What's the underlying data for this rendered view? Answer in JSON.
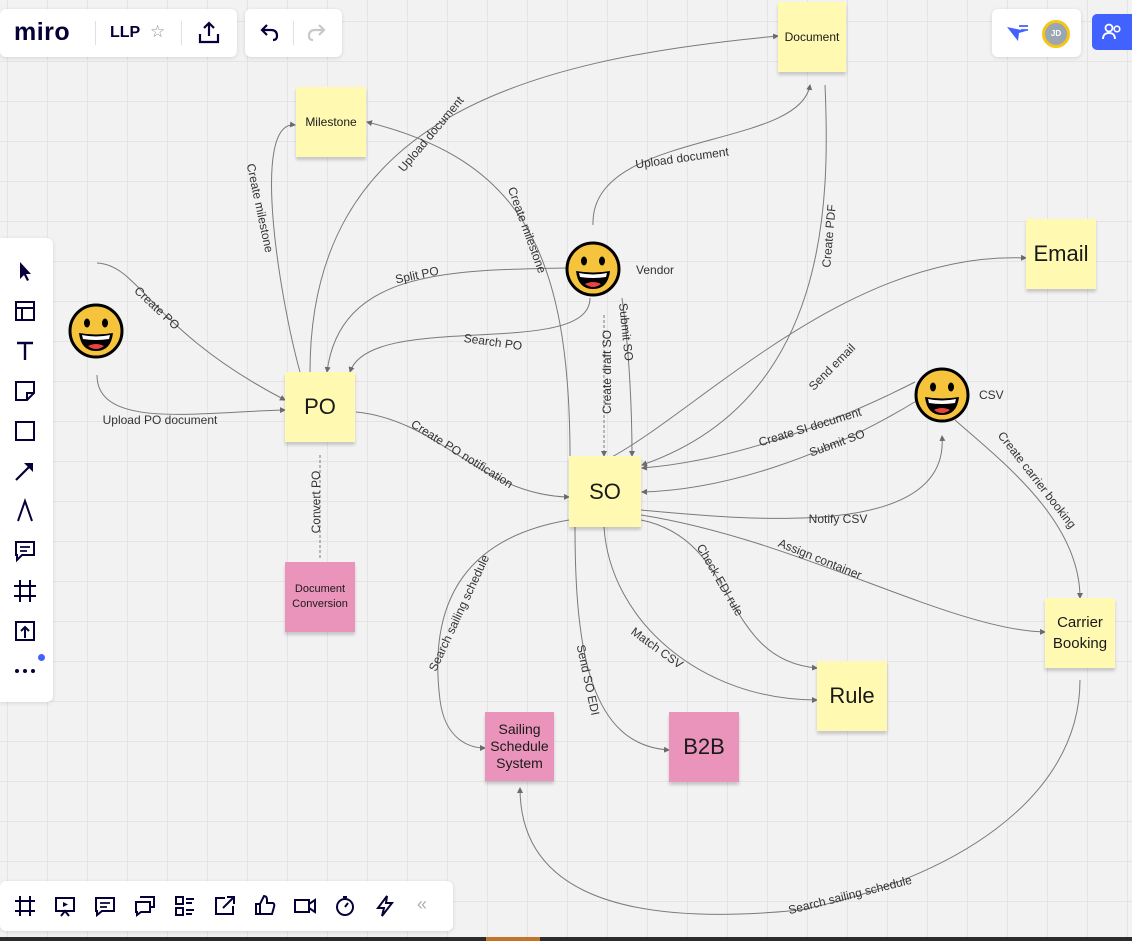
{
  "app": {
    "logo": "miro",
    "board_name": "LLP"
  },
  "toolbar_left": {
    "tools": [
      "select-cursor-icon",
      "templates-icon",
      "text-icon",
      "sticky-note-icon",
      "shape-icon",
      "connection-line-icon",
      "pen-icon",
      "comment-icon",
      "frame-icon",
      "upload-icon",
      "more-icon"
    ]
  },
  "toolbar_bottom": {
    "tools": [
      "frames-icon",
      "presentation-icon",
      "comments-icon",
      "chat-icon",
      "card-list-icon",
      "screen-share-icon",
      "voting-icon",
      "video-call-icon",
      "timer-icon",
      "activity-icon"
    ],
    "collapse_label": "«"
  },
  "collaborator": {
    "initials": "JD"
  },
  "stickies": {
    "document": "Document",
    "milestone": "Milestone",
    "po": "PO",
    "so": "SO",
    "email": "Email",
    "doc_conversion": "Document Conversion",
    "sailing_schedule": "Sailing Schedule System",
    "b2b": "B2B",
    "rule": "Rule",
    "carrier_booking": "Carrier Booking"
  },
  "actors": {
    "vendor": "Vendor",
    "csv": "CSV"
  },
  "connectors": {
    "create_po": "Create PO",
    "upload_po_document": "Upload PO document",
    "create_milestone_po": "Create milestone",
    "upload_document_po": "Upload document",
    "create_milestone_so": "Create milestone",
    "upload_document_vendor": "Upload document",
    "split_po": "Split PO",
    "search_po": "Search PO",
    "create_pdf": "Create PDF",
    "submit_so_vendor": "Submit SO",
    "create_draft_so": "Create draft SO",
    "create_po_notification": "Create PO notification",
    "convert_po": "Convert PO",
    "send_email": "Send email",
    "create_si_document": "Create SI document",
    "submit_so_csv": "Submit SO",
    "notify_csv": "Notify CSV",
    "create_carrier_booking": "Create carrier booking",
    "assign_container": "Assign container",
    "check_edi_rule": "Check EDI rule",
    "match_csv": "Match CSV",
    "send_so_edi": "Send SO EDI",
    "search_sailing_schedule_so": "Search sailing schedule",
    "search_sailing_schedule_cb": "Search sailing schedule"
  },
  "colors": {
    "sticky_yellow": "#fff9b1",
    "sticky_pink": "#ea94bb",
    "accent_blue": "#4262ff",
    "line": "#6b6b6b"
  }
}
